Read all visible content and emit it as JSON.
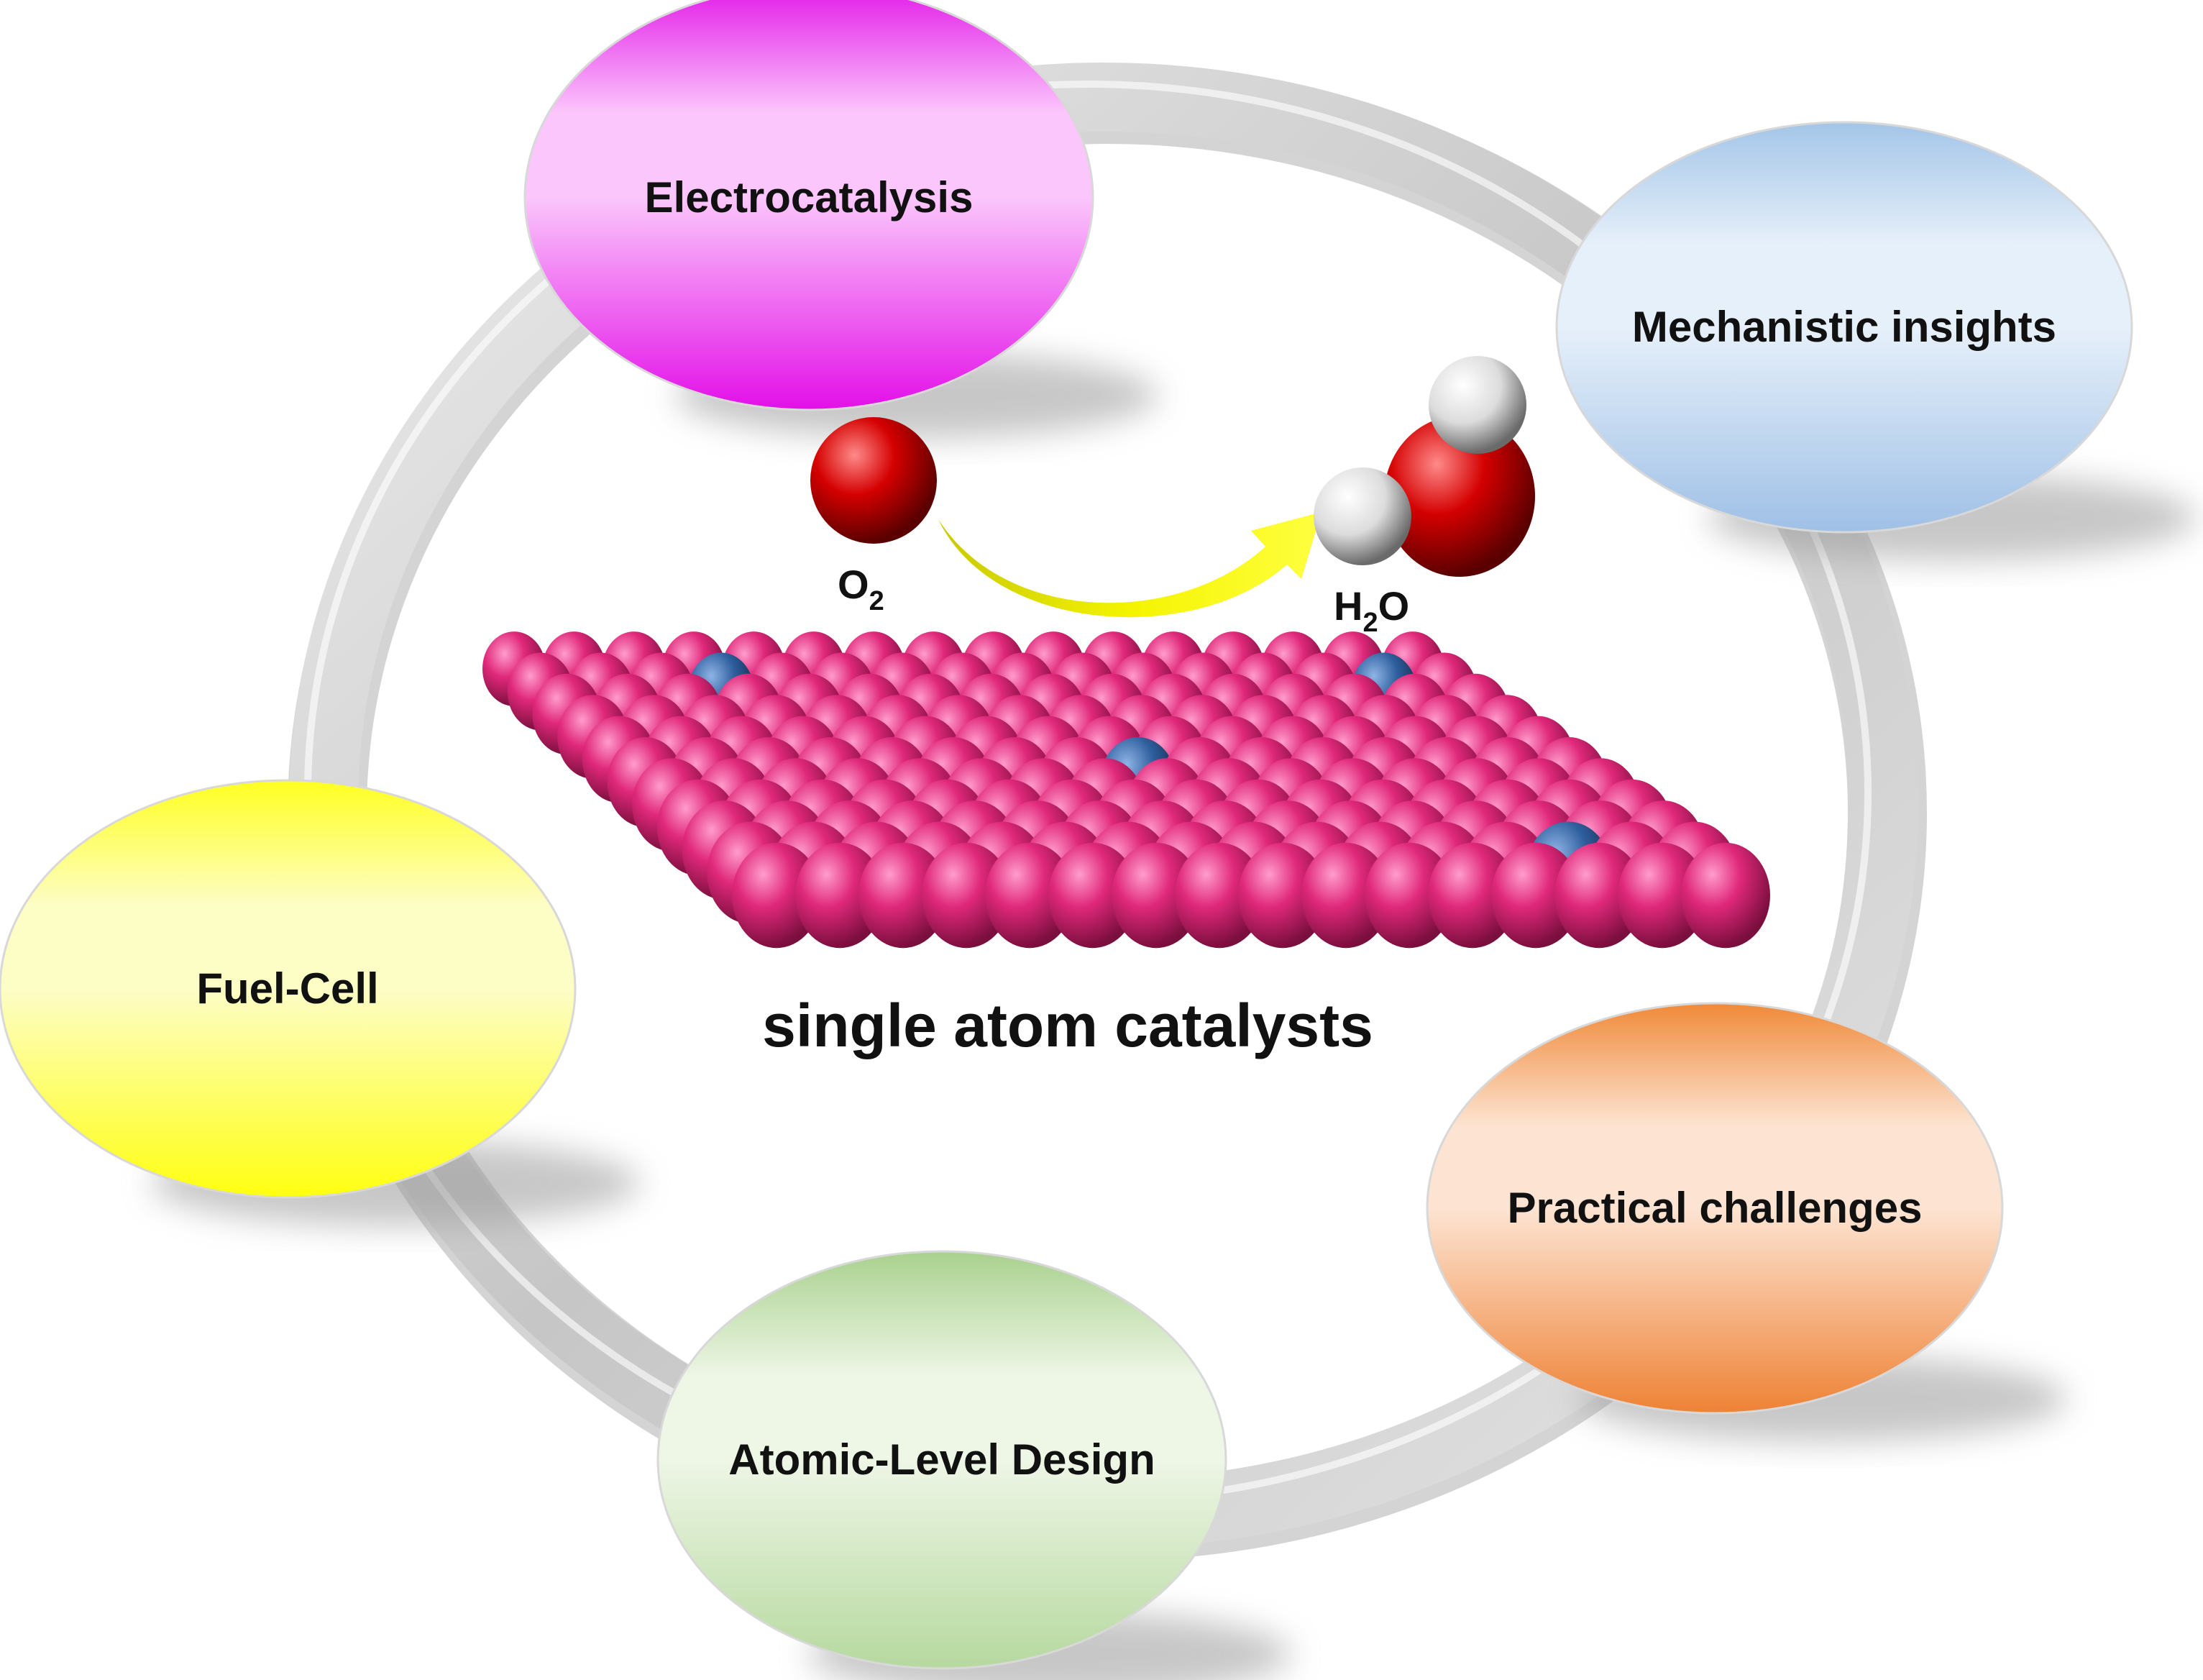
{
  "nodes": [
    {
      "id": "electrocatalysis",
      "label": "Electrocatalysis",
      "colors": [
        "#e21ae8",
        "#fbc6fb",
        "#e30fe8"
      ]
    },
    {
      "id": "mechanistic",
      "label": "Mechanistic insights",
      "colors": [
        "#a4c5e8",
        "#e6f0fa",
        "#9fc0e6"
      ]
    },
    {
      "id": "practical",
      "label": "Practical challenges",
      "colors": [
        "#ef8a3a",
        "#fde4d2",
        "#ee8235"
      ]
    },
    {
      "id": "atomic",
      "label": "Atomic-Level Design",
      "colors": [
        "#a9d18e",
        "#eef6e6",
        "#b6d99f"
      ]
    },
    {
      "id": "fuelcell",
      "label": "Fuel-Cell",
      "colors": [
        "#ffff22",
        "#fdfdc6",
        "#ffff10"
      ]
    }
  ],
  "center": {
    "caption": "single atom catalysts",
    "reactant": {
      "symbol": "O",
      "subscript": "2"
    },
    "product": {
      "prefix": "H",
      "subscript": "2",
      "suffix": "O"
    }
  },
  "colors": {
    "lattice_atom": "#e0287a",
    "single_atom": "#2f5f9e",
    "oxygen": "#d40000",
    "hydrogen": "#e8e8e8",
    "arrow": "#f0f000",
    "ring": "#d0d0d0"
  }
}
